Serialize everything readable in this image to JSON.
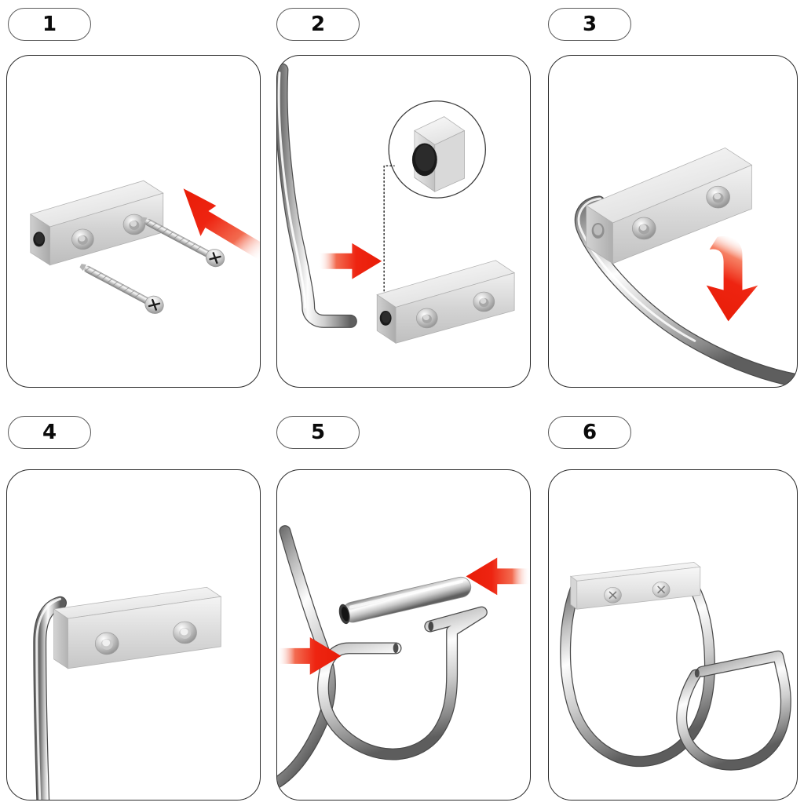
{
  "document": {
    "type": "assembly-instruction-diagram",
    "product": "wall-mounted metal towel holder",
    "panel_count": 6,
    "background_color": "#ffffff",
    "panel_border_color": "#2b2b2b",
    "badge_border_color": "#5a5a5a",
    "arrow_color": "#ee2411",
    "arrow_color_dark": "#cc1808",
    "metal_light": "#f2f2f2",
    "metal_mid": "#c9c9c9",
    "metal_dark": "#8d8d8d",
    "metal_shadow": "#5e5e5e"
  },
  "steps": [
    {
      "number": "1",
      "badge_label": "1",
      "name": "step-1",
      "description": "Wall bracket with two countersunk holes and two Phillips flat-head mounting screws; red arrow points up-left toward the bracket.",
      "parts": [
        "mounting-bracket",
        "screw",
        "screw"
      ],
      "arrows": [
        {
          "type": "straight",
          "direction": "up-left"
        }
      ]
    },
    {
      "number": "2",
      "badge_label": "2",
      "name": "step-2",
      "description": "Curved chrome rod aligns with the end hole of the bracket; magnified callout circle shows the bracket end hole, connected by a dotted leader line. Red arrow points right.",
      "parts": [
        "curved-rod",
        "mounting-bracket",
        "callout-magnifier"
      ],
      "arrows": [
        {
          "type": "straight",
          "direction": "right"
        }
      ]
    },
    {
      "number": "3",
      "badge_label": "3",
      "name": "step-3",
      "description": "Rod inserted into the bracket end hole; curved red arrow indicates rotating the rod downward.",
      "parts": [
        "mounting-bracket",
        "curved-rod"
      ],
      "arrows": [
        {
          "type": "curved",
          "direction": "down"
        }
      ]
    },
    {
      "number": "4",
      "badge_label": "4",
      "name": "step-4",
      "description": "Bracket seated on the rod, rod hanging down; no arrows.",
      "parts": [
        "mounting-bracket",
        "curved-rod"
      ],
      "arrows": []
    },
    {
      "number": "5",
      "badge_label": "5",
      "name": "step-5",
      "description": "Short hollow connector sleeve joins the two free rod ends; two red arrows point inward from left and right.",
      "parts": [
        "connector-sleeve",
        "rod-loop-left",
        "rod-loop-right"
      ],
      "arrows": [
        {
          "type": "straight",
          "direction": "right"
        },
        {
          "type": "straight",
          "direction": "left"
        }
      ]
    },
    {
      "number": "6",
      "badge_label": "6",
      "name": "step-6",
      "description": "Completed wall-mounted double-loop towel holder with two screws fastened through the bracket.",
      "parts": [
        "mounting-bracket",
        "screw",
        "screw",
        "rod-loop-left",
        "rod-loop-right"
      ],
      "arrows": []
    }
  ]
}
